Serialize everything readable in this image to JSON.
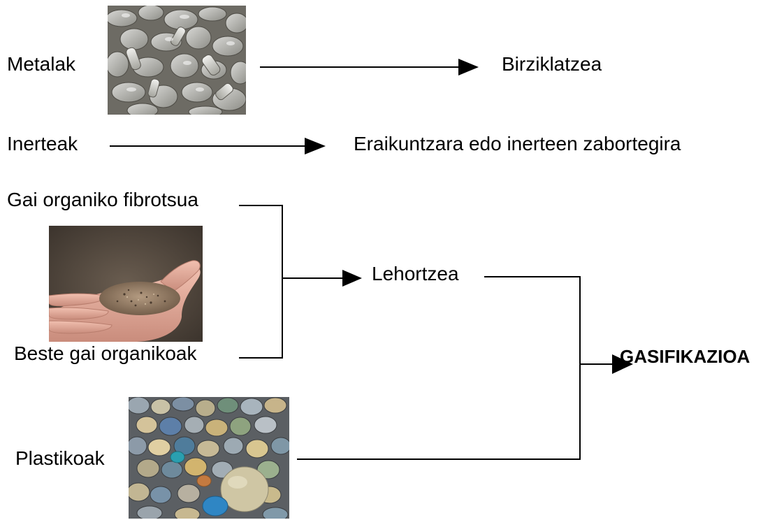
{
  "nodes": {
    "metalak": "Metalak",
    "birziklatzea": "Birziklatzea",
    "inerteak": "Inerteak",
    "eraikuntza": "Eraikuntzara edo inerteen zabortegira",
    "gai_fibrotsua": "Gai organiko fibrotsua",
    "beste_gai": "Beste gai organikoak",
    "lehortzea": "Lehortzea",
    "gasifikazioa": "GASIFIKAZIOA",
    "plastikoak": "Plastikoak"
  },
  "images": {
    "metal": "scrap-metal-photo",
    "organic": "organic-matter-in-hand-photo",
    "plastic": "plastic-pieces-photo"
  },
  "colors": {
    "text": "#000000",
    "line": "#000000",
    "background": "#ffffff"
  }
}
